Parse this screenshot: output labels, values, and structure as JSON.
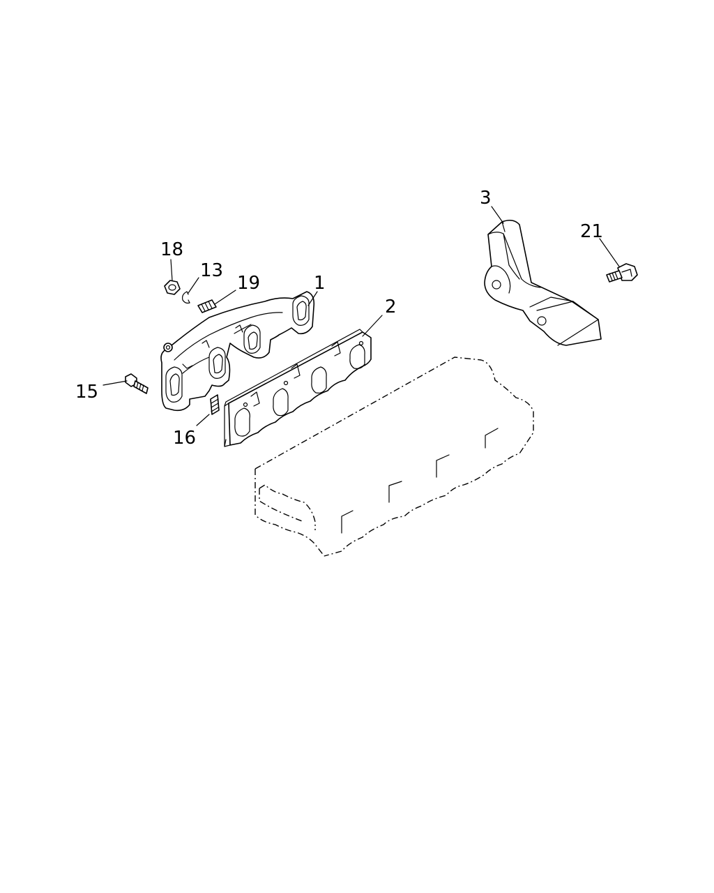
{
  "diagram": {
    "callouts": {
      "c1": "1",
      "c2": "2",
      "c3": "3",
      "c13": "13",
      "c15": "15",
      "c16": "16",
      "c18": "18",
      "c19": "19",
      "c21": "21"
    },
    "colors": {
      "line": "#000000",
      "background": "#ffffff"
    }
  }
}
